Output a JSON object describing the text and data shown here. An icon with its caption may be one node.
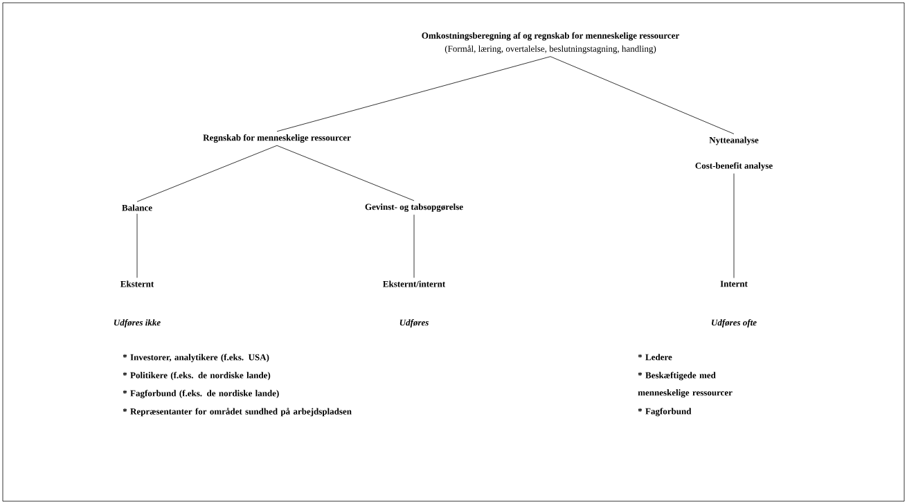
{
  "diagram": {
    "nodes": [
      {
        "text": [
          "Omkostningsberegning af og regnskab for menneskelige ressourcer",
          "(Formål, læring, overtalelse, beslutningstagning, handling)"
        ]
      },
      {
        "text": [
          "Regnskab for menneskelige ressourcer"
        ]
      },
      {
        "text": [
          "Nytteanalyse",
          "Cost-benefit analyse"
        ]
      },
      {
        "text": [
          "Balance"
        ]
      },
      {
        "text": [
          "Gevinst- og tabsopgørelse"
        ]
      },
      {
        "text": [
          "Eksternt"
        ]
      },
      {
        "text": [
          "Eksternt/internt"
        ]
      },
      {
        "text": [
          "Internt"
        ]
      }
    ],
    "edges": [
      {
        "from": 0,
        "to": 1,
        "arrow": "none"
      },
      {
        "from": 0,
        "to": 2,
        "arrow": "none"
      },
      {
        "from": 1,
        "to": 3,
        "arrow": "none"
      },
      {
        "from": 1,
        "to": 4,
        "arrow": "none"
      },
      {
        "from": 3,
        "to": 5,
        "arrow": "none"
      },
      {
        "from": 4,
        "to": 6,
        "arrow": "none"
      },
      {
        "from": 2,
        "to": 7,
        "arrow": "none"
      }
    ],
    "labels": [
      "Udføres ikke",
      "Udføres",
      "Udføres ofte",
      "* Investorer, analytikere (f.eks. USA)",
      "* Politikere (f.eks. de nordiske lande)",
      "* Fagforbund (f.eks. de nordiske lande)",
      "* Repræsentanter for området sundhed på arbejdspladsen",
      "* Ledere",
      "* Beskæftigede med menneskelige ressourcer",
      "* Fagforbund"
    ]
  }
}
